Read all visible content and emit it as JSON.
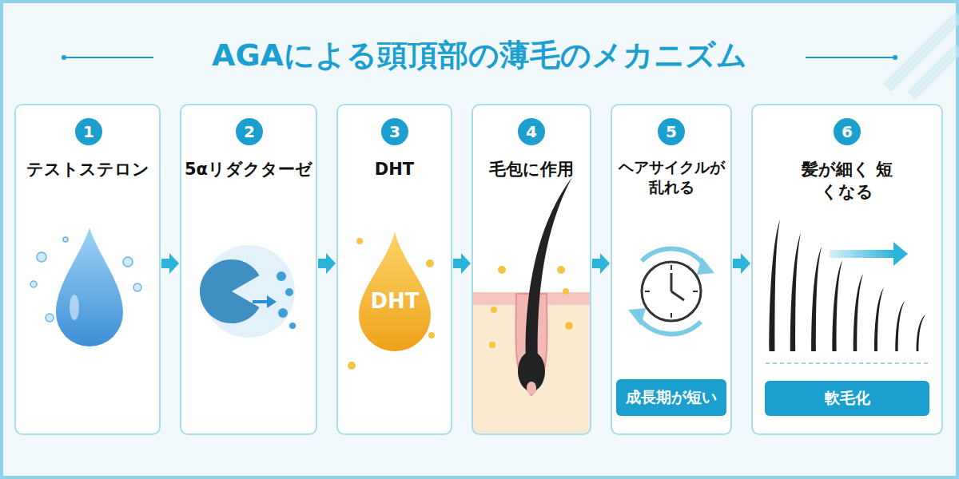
{
  "diagram": {
    "title": "AGAによる頭頂部の薄毛のメカニズム",
    "nodes": [
      {
        "text": [
          "テストステロン"
        ]
      },
      {
        "text": [
          "1"
        ],
        "in": 0
      },
      {
        "text": [
          "5αリダクターゼ"
        ]
      },
      {
        "text": [
          "2"
        ],
        "in": 2
      },
      {
        "text": [
          "DHT"
        ]
      },
      {
        "text": [
          "3"
        ],
        "in": 4
      },
      {
        "text": [
          "DHT"
        ],
        "in": 4
      },
      {
        "text": [
          "毛包に作用"
        ]
      },
      {
        "text": [
          "4"
        ],
        "in": 7
      },
      {
        "text": [
          "ヘアサイクルが 乱れる"
        ]
      },
      {
        "text": [
          "5"
        ],
        "in": 9
      },
      {
        "text": [
          "成長期が短い"
        ],
        "in": 9
      },
      {
        "text": [
          "髪が細く 短くなる"
        ]
      },
      {
        "text": [
          "6"
        ],
        "in": 12
      },
      {
        "text": [
          "軟毛化"
        ],
        "in": 12
      }
    ],
    "edges": [
      {
        "from": 0,
        "to": 2,
        "arrow": "to"
      },
      {
        "from": 2,
        "to": 4,
        "arrow": "to"
      },
      {
        "from": 4,
        "to": 7,
        "arrow": "to"
      },
      {
        "from": 7,
        "to": 9,
        "arrow": "to"
      },
      {
        "from": 9,
        "to": 12,
        "arrow": "to"
      }
    ]
  }
}
